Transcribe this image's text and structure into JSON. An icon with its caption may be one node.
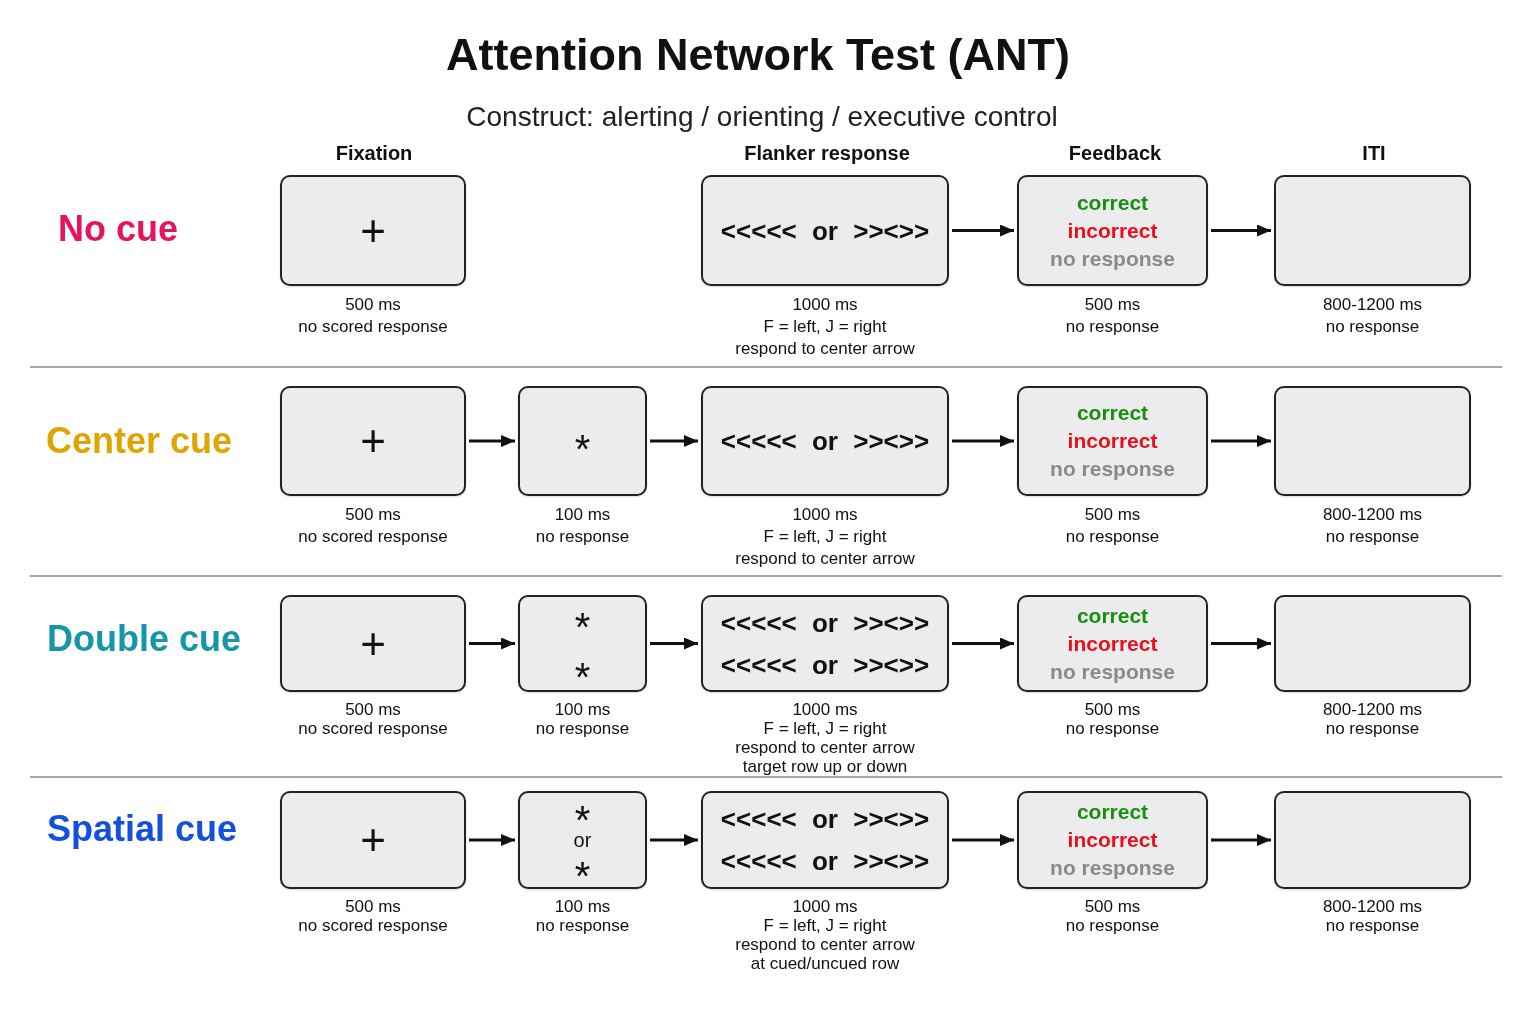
{
  "diagram": {
    "title": "Attention Network Test (ANT)",
    "nodes": [
      {
        "text": [
          "+"
        ],
        "beside": [
          "500 ms",
          "no scored response"
        ]
      },
      {
        "text": [
          "<<<<< or >><>>"
        ],
        "beside": [
          "1000 ms",
          "F = left, J = right",
          "respond to center arrow"
        ]
      },
      {
        "text": [
          "correct",
          "incorrect",
          "no response"
        ],
        "beside": [
          "500 ms",
          "no response"
        ]
      },
      {
        "text": [],
        "shape": "box",
        "beside": [
          "800-1200 ms",
          "no response"
        ]
      },
      {
        "text": [
          "+"
        ],
        "beside": [
          "500 ms",
          "no scored response"
        ]
      },
      {
        "text": [
          "*"
        ],
        "beside": [
          "100 ms",
          "no response"
        ]
      },
      {
        "text": [
          "<<<<< or >><>>"
        ],
        "beside": [
          "1000 ms",
          "F = left, J = right",
          "respond to center arrow"
        ]
      },
      {
        "text": [
          "correct",
          "incorrect",
          "no response"
        ],
        "beside": [
          "500 ms",
          "no response"
        ]
      },
      {
        "text": [],
        "shape": "box",
        "beside": [
          "800-1200 ms",
          "no response"
        ]
      },
      {
        "text": [
          "+"
        ],
        "beside": [
          "500 ms",
          "no scored response"
        ]
      },
      {
        "text": [
          "*",
          "*"
        ],
        "beside": [
          "100 ms",
          "no response"
        ]
      },
      {
        "text": [
          "<<<<< or >><>>",
          "<<<<< or >><>>"
        ],
        "beside": [
          "1000 ms",
          "F = left, J = right",
          "respond to center arrow",
          "target row up or down"
        ]
      },
      {
        "text": [
          "correct",
          "incorrect",
          "no response"
        ],
        "beside": [
          "500 ms",
          "no response"
        ]
      },
      {
        "text": [],
        "shape": "box",
        "beside": [
          "800-1200 ms",
          "no response"
        ]
      },
      {
        "text": [
          "+"
        ],
        "beside": [
          "500 ms",
          "no scored response"
        ]
      },
      {
        "text": [
          "*",
          "or",
          "*"
        ],
        "beside": [
          "100 ms",
          "no response"
        ]
      },
      {
        "text": [
          "<<<<< or >><>>",
          "<<<<< or >><>>"
        ],
        "beside": [
          "1000 ms",
          "F = left, J = right",
          "respond to center arrow",
          "at cued/uncued row"
        ]
      },
      {
        "text": [
          "correct",
          "incorrect",
          "no response"
        ],
        "beside": [
          "500 ms",
          "no response"
        ]
      },
      {
        "text": [],
        "shape": "box",
        "beside": [
          "800-1200 ms",
          "no response"
        ]
      }
    ],
    "edges": [
      {
        "from": 1,
        "to": 2,
        "arrow": "to"
      },
      {
        "from": 2,
        "to": 3,
        "arrow": "to"
      },
      {
        "from": 4,
        "to": 5,
        "arrow": "to"
      },
      {
        "from": 5,
        "to": 6,
        "arrow": "to"
      },
      {
        "from": 6,
        "to": 7,
        "arrow": "to"
      },
      {
        "from": 7,
        "to": 8,
        "arrow": "to"
      },
      {
        "from": 9,
        "to": 10,
        "arrow": "to"
      },
      {
        "from": 10,
        "to": 11,
        "arrow": "to"
      },
      {
        "from": 11,
        "to": 12,
        "arrow": "to"
      },
      {
        "from": 12,
        "to": 13,
        "arrow": "to"
      },
      {
        "from": 14,
        "to": 15,
        "arrow": "to"
      },
      {
        "from": 15,
        "to": 16,
        "arrow": "to"
      },
      {
        "from": 16,
        "to": 17,
        "arrow": "to"
      },
      {
        "from": 17,
        "to": 18,
        "arrow": "to"
      }
    ],
    "labels": [
      "Construct: alerting / orienting / executive control",
      "Fixation",
      "Flanker response",
      "Feedback",
      "ITI",
      "No cue",
      "Center cue",
      "Double cue",
      "Spatial cue"
    ]
  }
}
